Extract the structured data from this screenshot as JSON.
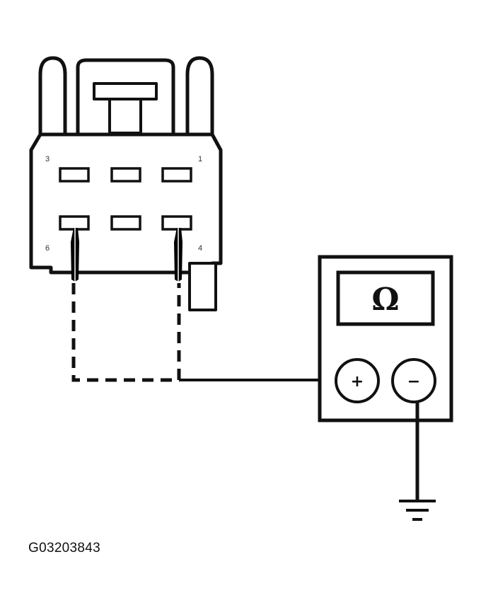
{
  "connector": {
    "pin_labels": [
      "3",
      "1",
      "6",
      "4"
    ]
  },
  "meter": {
    "display_symbol": "Ω",
    "positive_terminal": "+",
    "negative_terminal": "−"
  },
  "figure_id": "G03203843",
  "colors": {
    "line": "#111111",
    "background": "#ffffff"
  }
}
